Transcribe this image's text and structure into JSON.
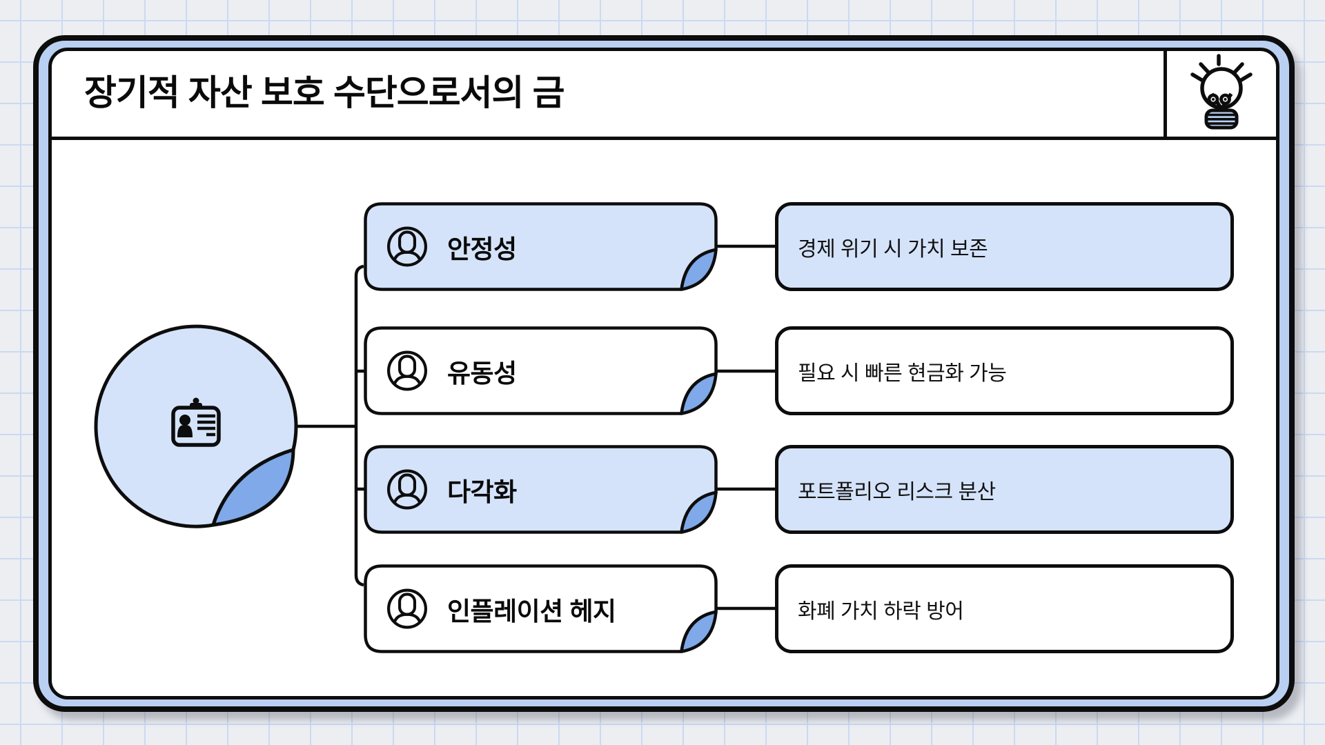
{
  "title": "장기적 자산 보호 수단으로서의 금",
  "header": {
    "icon": "lightbulb-icon"
  },
  "center": {
    "icon": "id-card-icon"
  },
  "rows": [
    {
      "label": "안정성",
      "desc": "경제 위기 시 가치 보존",
      "style": "blue"
    },
    {
      "label": "유동성",
      "desc": "필요 시 빠른 현금화 가능",
      "style": "white"
    },
    {
      "label": "다각화",
      "desc": "포트폴리오 리스크 분산",
      "style": "blue"
    },
    {
      "label": "인플레이션 헤지",
      "desc": "화폐 가치 하락 방어",
      "style": "white"
    }
  ],
  "colors": {
    "box_blue": "#d5e3fa",
    "flap_blue": "#7fa9e9",
    "band_blue": "#b9d0f2",
    "ink": "#0d0d0d",
    "background": "#eceef2",
    "grid_line": "#cbd9f1"
  }
}
